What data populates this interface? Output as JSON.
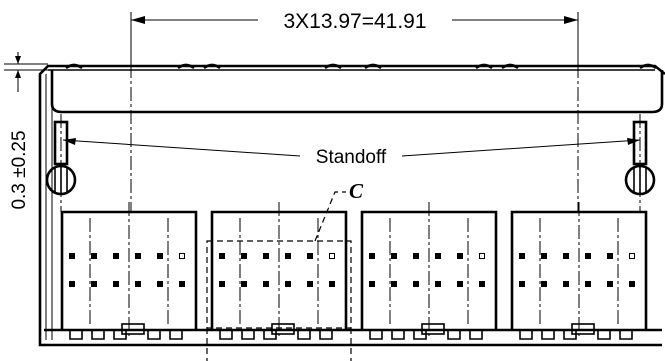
{
  "drawing": {
    "dimension_pitch": "3X13.97=41.91",
    "dimension_offset": "0.3 ±0.25",
    "label_standoff": "Standoff",
    "label_callout": "C",
    "port_count": 4
  }
}
